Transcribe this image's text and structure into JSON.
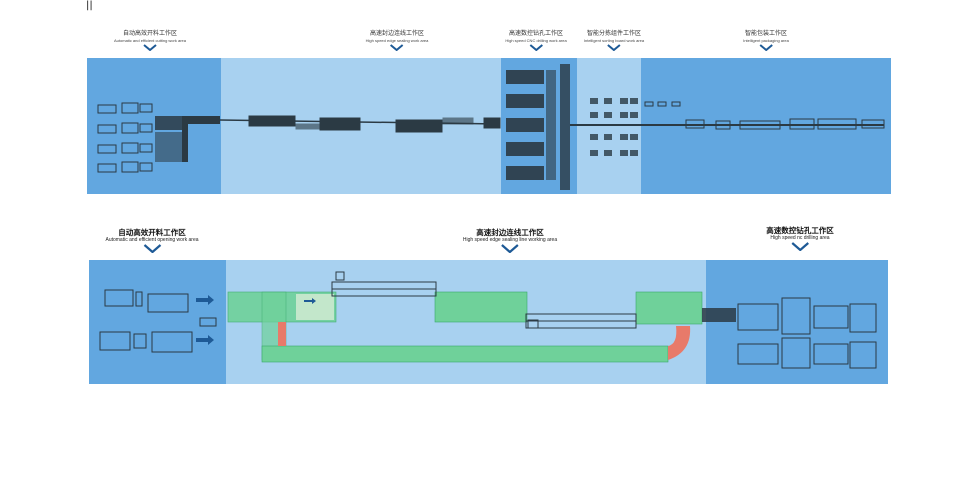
{
  "marker": "||",
  "top_zones": [
    {
      "zh": "自动高效开料工作区",
      "en": "Automatic and efficient cutting work area"
    },
    {
      "zh": "高速封边连线工作区",
      "en": "High speed edge sealing work area"
    },
    {
      "zh": "高速数控钻孔工作区",
      "en": "High speed CNC drilling work area"
    },
    {
      "zh": "智能分拣组件工作区",
      "en": "Intelligent sorting board work area"
    },
    {
      "zh": "智能包装工作区",
      "en": "Intelligent packaging area"
    }
  ],
  "bottom_zones": [
    {
      "zh": "自动高效开料工作区",
      "en": "Automatic and efficient opening work area"
    },
    {
      "zh": "高速封边连线工作区",
      "en": "High speed edge sealing line working area"
    },
    {
      "zh": "高速数控钻孔工作区",
      "en": "High speed nc drilling area"
    }
  ],
  "colors": {
    "dark_zone": "#62a7e0",
    "light_zone": "#a8d1f0",
    "chevron": "#1e5a96",
    "conveyor_green": "#6fd19a",
    "machine_dark": "#2b3a44",
    "accent_red": "#e87a6a"
  }
}
